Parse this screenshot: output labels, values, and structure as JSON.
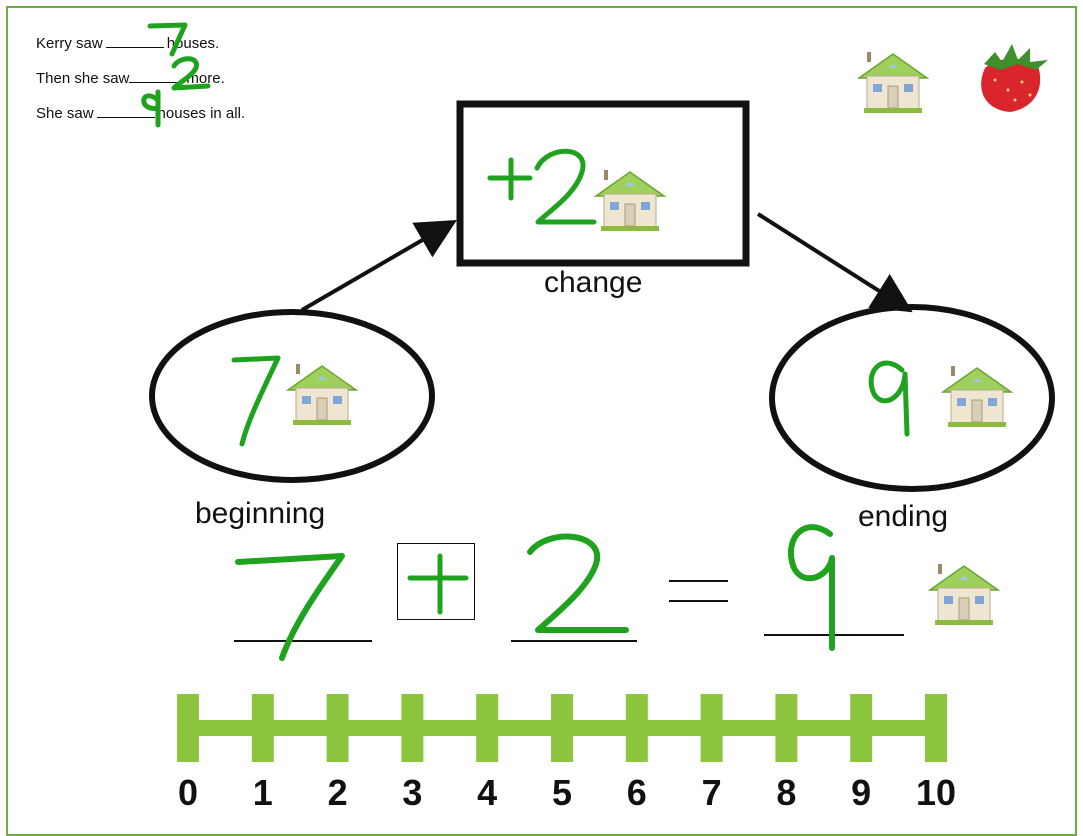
{
  "problem": {
    "line1_pre": "Kerry saw",
    "line1_post": "houses.",
    "line2_pre": "Then she saw",
    "line2_post": "more.",
    "line3_pre": "She saw",
    "line3_post": "houses in all.",
    "answer1": "7",
    "answer2": "2",
    "answer3": "9"
  },
  "diagram": {
    "change_label": "change",
    "beginning_label": "beginning",
    "ending_label": "ending",
    "change_value": "+2",
    "beginning_value": "7",
    "ending_value": "9"
  },
  "equation": {
    "addend1": "7",
    "operator": "+",
    "addend2": "2",
    "equals": "=",
    "sum": "9"
  },
  "number_line": {
    "labels": [
      "0",
      "1",
      "2",
      "3",
      "4",
      "5",
      "6",
      "7",
      "8",
      "9",
      "10"
    ],
    "color": "#8cc63f"
  },
  "colors": {
    "handwriting": "#1fa31f",
    "border": "#6fae3e"
  },
  "icons": [
    "house-icon",
    "strawberry-icon"
  ]
}
